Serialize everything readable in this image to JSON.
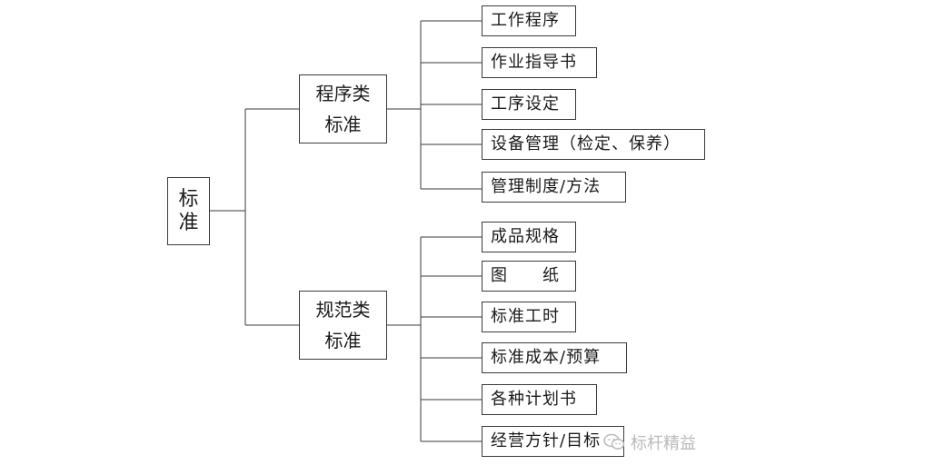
{
  "root": {
    "label": "标\n准"
  },
  "groups": [
    {
      "label": "程序类\n标准",
      "items": [
        "工作程序",
        "作业指导书",
        "工序设定",
        "设备管理（检定、保养）",
        "管理制度/方法"
      ]
    },
    {
      "label": "规范类\n标准",
      "items": [
        "成品规格",
        "图　　纸",
        "标准工时",
        "标准成本/预算",
        "各种计划书",
        "经营方针/目标"
      ]
    }
  ],
  "watermark": {
    "text": "标杆精益",
    "icon": "wechat-icon"
  },
  "colors": {
    "line": "#3a3a3a",
    "border": "#3a3a3a",
    "watermark": "#b9b9b9"
  }
}
